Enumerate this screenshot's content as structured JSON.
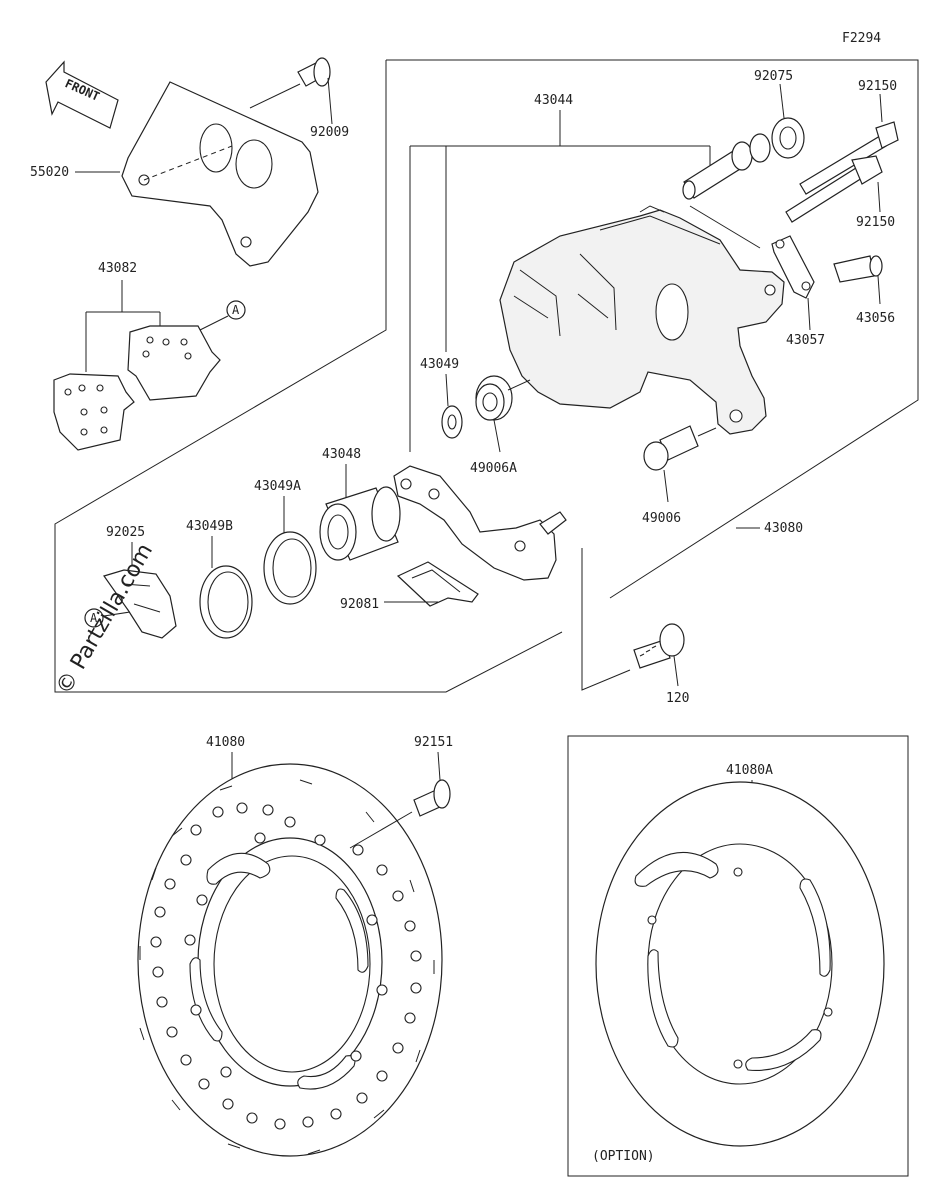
{
  "diagram_code": "F2294",
  "front_label": "FRONT",
  "watermark": "© Partzilla.com",
  "option_label": "(OPTION)",
  "callout_a": "A",
  "parts": {
    "p55020": "55020",
    "p92009": "92009",
    "p43082": "43082",
    "p43044": "43044",
    "p92075": "92075",
    "p92150a": "92150",
    "p92150b": "92150",
    "p43056": "43056",
    "p43057": "43057",
    "p43049": "43049",
    "p49006a": "49006A",
    "p49006": "49006",
    "p43080": "43080",
    "p43048": "43048",
    "p43049a": "43049A",
    "p43049b": "43049B",
    "p92025": "92025",
    "p92081": "92081",
    "p120": "120",
    "p41080": "41080",
    "p92151": "92151",
    "p41080a": "41080A"
  }
}
